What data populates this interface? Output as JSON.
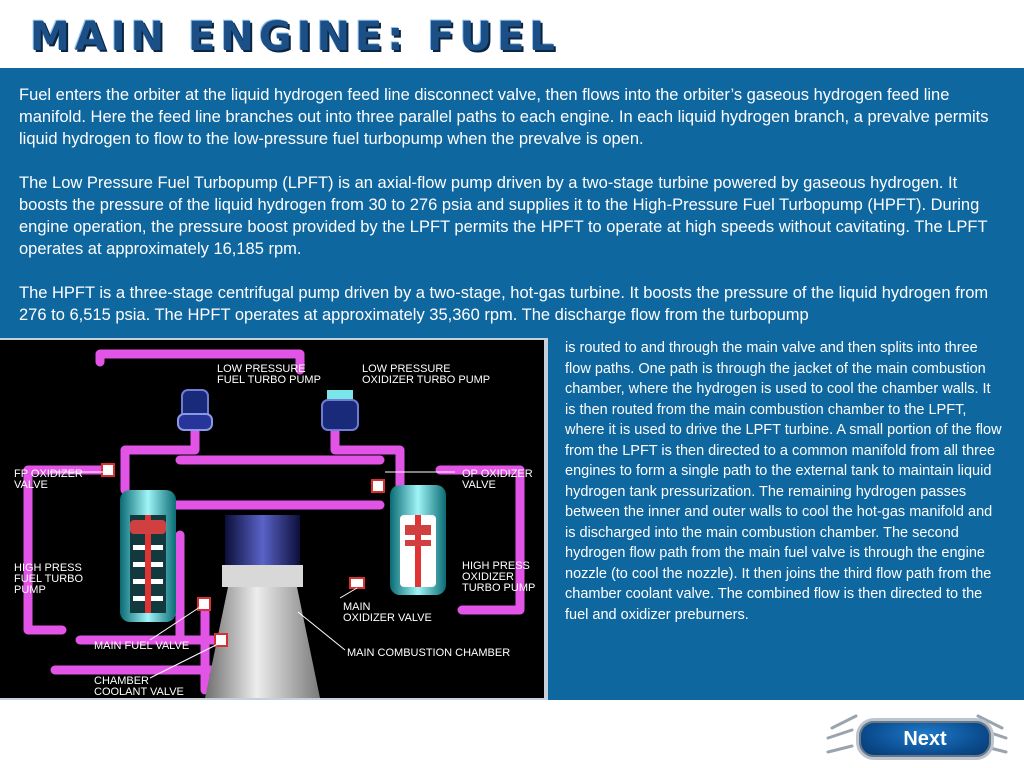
{
  "page": {
    "title": "MAIN ENGINE: FUEL"
  },
  "intro": {
    "paragraphs": [
      "Fuel enters the orbiter at the liquid hydrogen feed line disconnect valve, then flows into the orbiter’s gaseous hydrogen feed line manifold. Here the feed line branches out into three parallel paths to each engine. In each liquid hydrogen branch, a prevalve permits liquid hydrogen to flow to the low-pressure fuel turbopump when the prevalve is open.",
      "The Low Pressure Fuel Turbopump (LPFT) is an axial-flow pump driven by a two-stage turbine powered by gaseous hydrogen. It boosts the pressure of the liquid hydrogen from 30 to 276 psia and supplies it to the High-Pressure Fuel Turbopump (HPFT). During engine operation, the pressure boost provided by the LPFT permits the HPFT to operate at high speeds without cavitating. The LPFT operates at approximately 16,185 rpm.",
      "The HPFT is a three-stage centrifugal pump driven by a two-stage, hot-gas turbine. It boosts the pressure of the liquid hydrogen from 276 to 6,515 psia. The HPFT operates at approximately 35,360 rpm. The discharge flow from the turbopump"
    ]
  },
  "side_text": "is routed to and through the main valve and then splits into three flow paths. One path is through the jacket of the main combustion chamber, where the hydrogen is used to cool the chamber walls. It is then routed from the main combustion chamber to the LPFT, where it is used to drive the LPFT turbine. A small portion of the flow from the LPFT is then directed to a common manifold from all three engines to form a single path to the external tank to maintain liquid hydrogen tank pressurization. The remaining hydrogen passes between the inner and outer walls to cool the hot-gas manifold and is discharged into the main combustion chamber. The second hydrogen flow path from the main fuel valve is through the engine nozzle (to cool the nozzle). It then joins the third flow path from the chamber coolant valve. The combined flow is then directed to the fuel and oxidizer preburners.",
  "diagram": {
    "labels": {
      "lpfp_1": "LOW PRESSURE",
      "lpfp_2": "FUEL TURBO PUMP",
      "lpotp_1": "LOW PRESSURE",
      "lpotp_2": "OXIDIZER TURBO PUMP",
      "fpov_1": "FP OXIDIZER",
      "fpov_2": "VALVE",
      "opov_1": "OP OXIDIZER",
      "opov_2": "VALVE",
      "hpftp_1": "HIGH PRESS",
      "hpftp_2": "FUEL TURBO",
      "hpftp_3": "PUMP",
      "hpotp_1": "HIGH PRESS",
      "hpotp_2": "OXIDIZER",
      "hpotp_3": "TURBO PUMP",
      "mov_1": "MAIN",
      "mov_2": "OXIDIZER VALVE",
      "mfv": "MAIN FUEL VALVE",
      "mcc": "MAIN COMBUSTION CHAMBER",
      "ccv_1": "CHAMBER",
      "ccv_2": "COOLANT VALVE"
    }
  },
  "nav": {
    "next_label": "Next"
  }
}
